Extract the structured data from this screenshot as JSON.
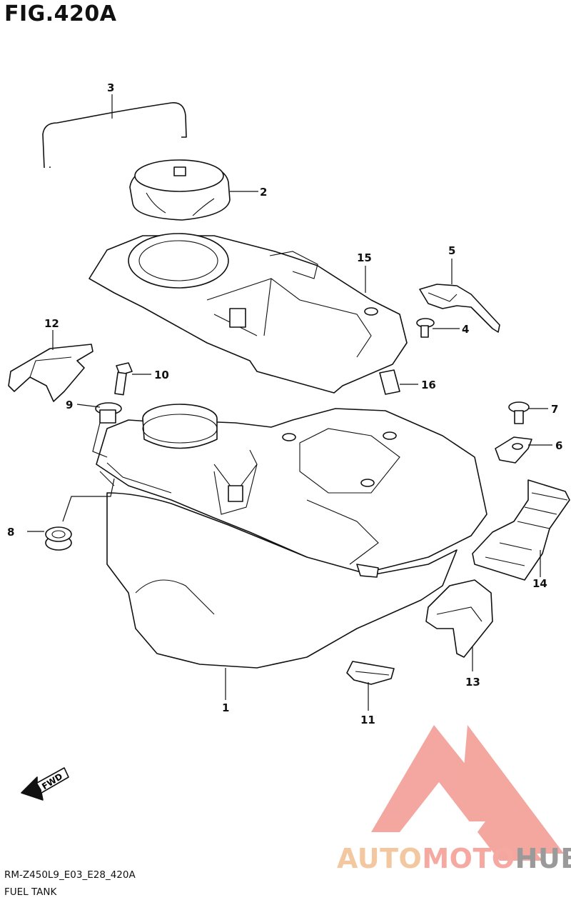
{
  "figure": {
    "title": "FIG.420A",
    "code": "RM-Z450L9_E03_E28_420A",
    "name": "FUEL TANK"
  },
  "callouts": {
    "c1": "1",
    "c2": "2",
    "c3": "3",
    "c4": "4",
    "c5": "5",
    "c6": "6",
    "c7": "7",
    "c8": "8",
    "c9": "9",
    "c10": "10",
    "c11": "11",
    "c12": "12",
    "c13": "13",
    "c14": "14",
    "c15": "15",
    "c16": "16"
  },
  "fwd_label": "FWD",
  "watermark": {
    "part1": "AUTO",
    "part2": "MOTO",
    "part3": "HUB"
  },
  "colors": {
    "ink": "#111111",
    "logo_red": "#f08a80",
    "logo_orange": "#f3c7a0",
    "logo_gray": "#9a9a9a"
  }
}
